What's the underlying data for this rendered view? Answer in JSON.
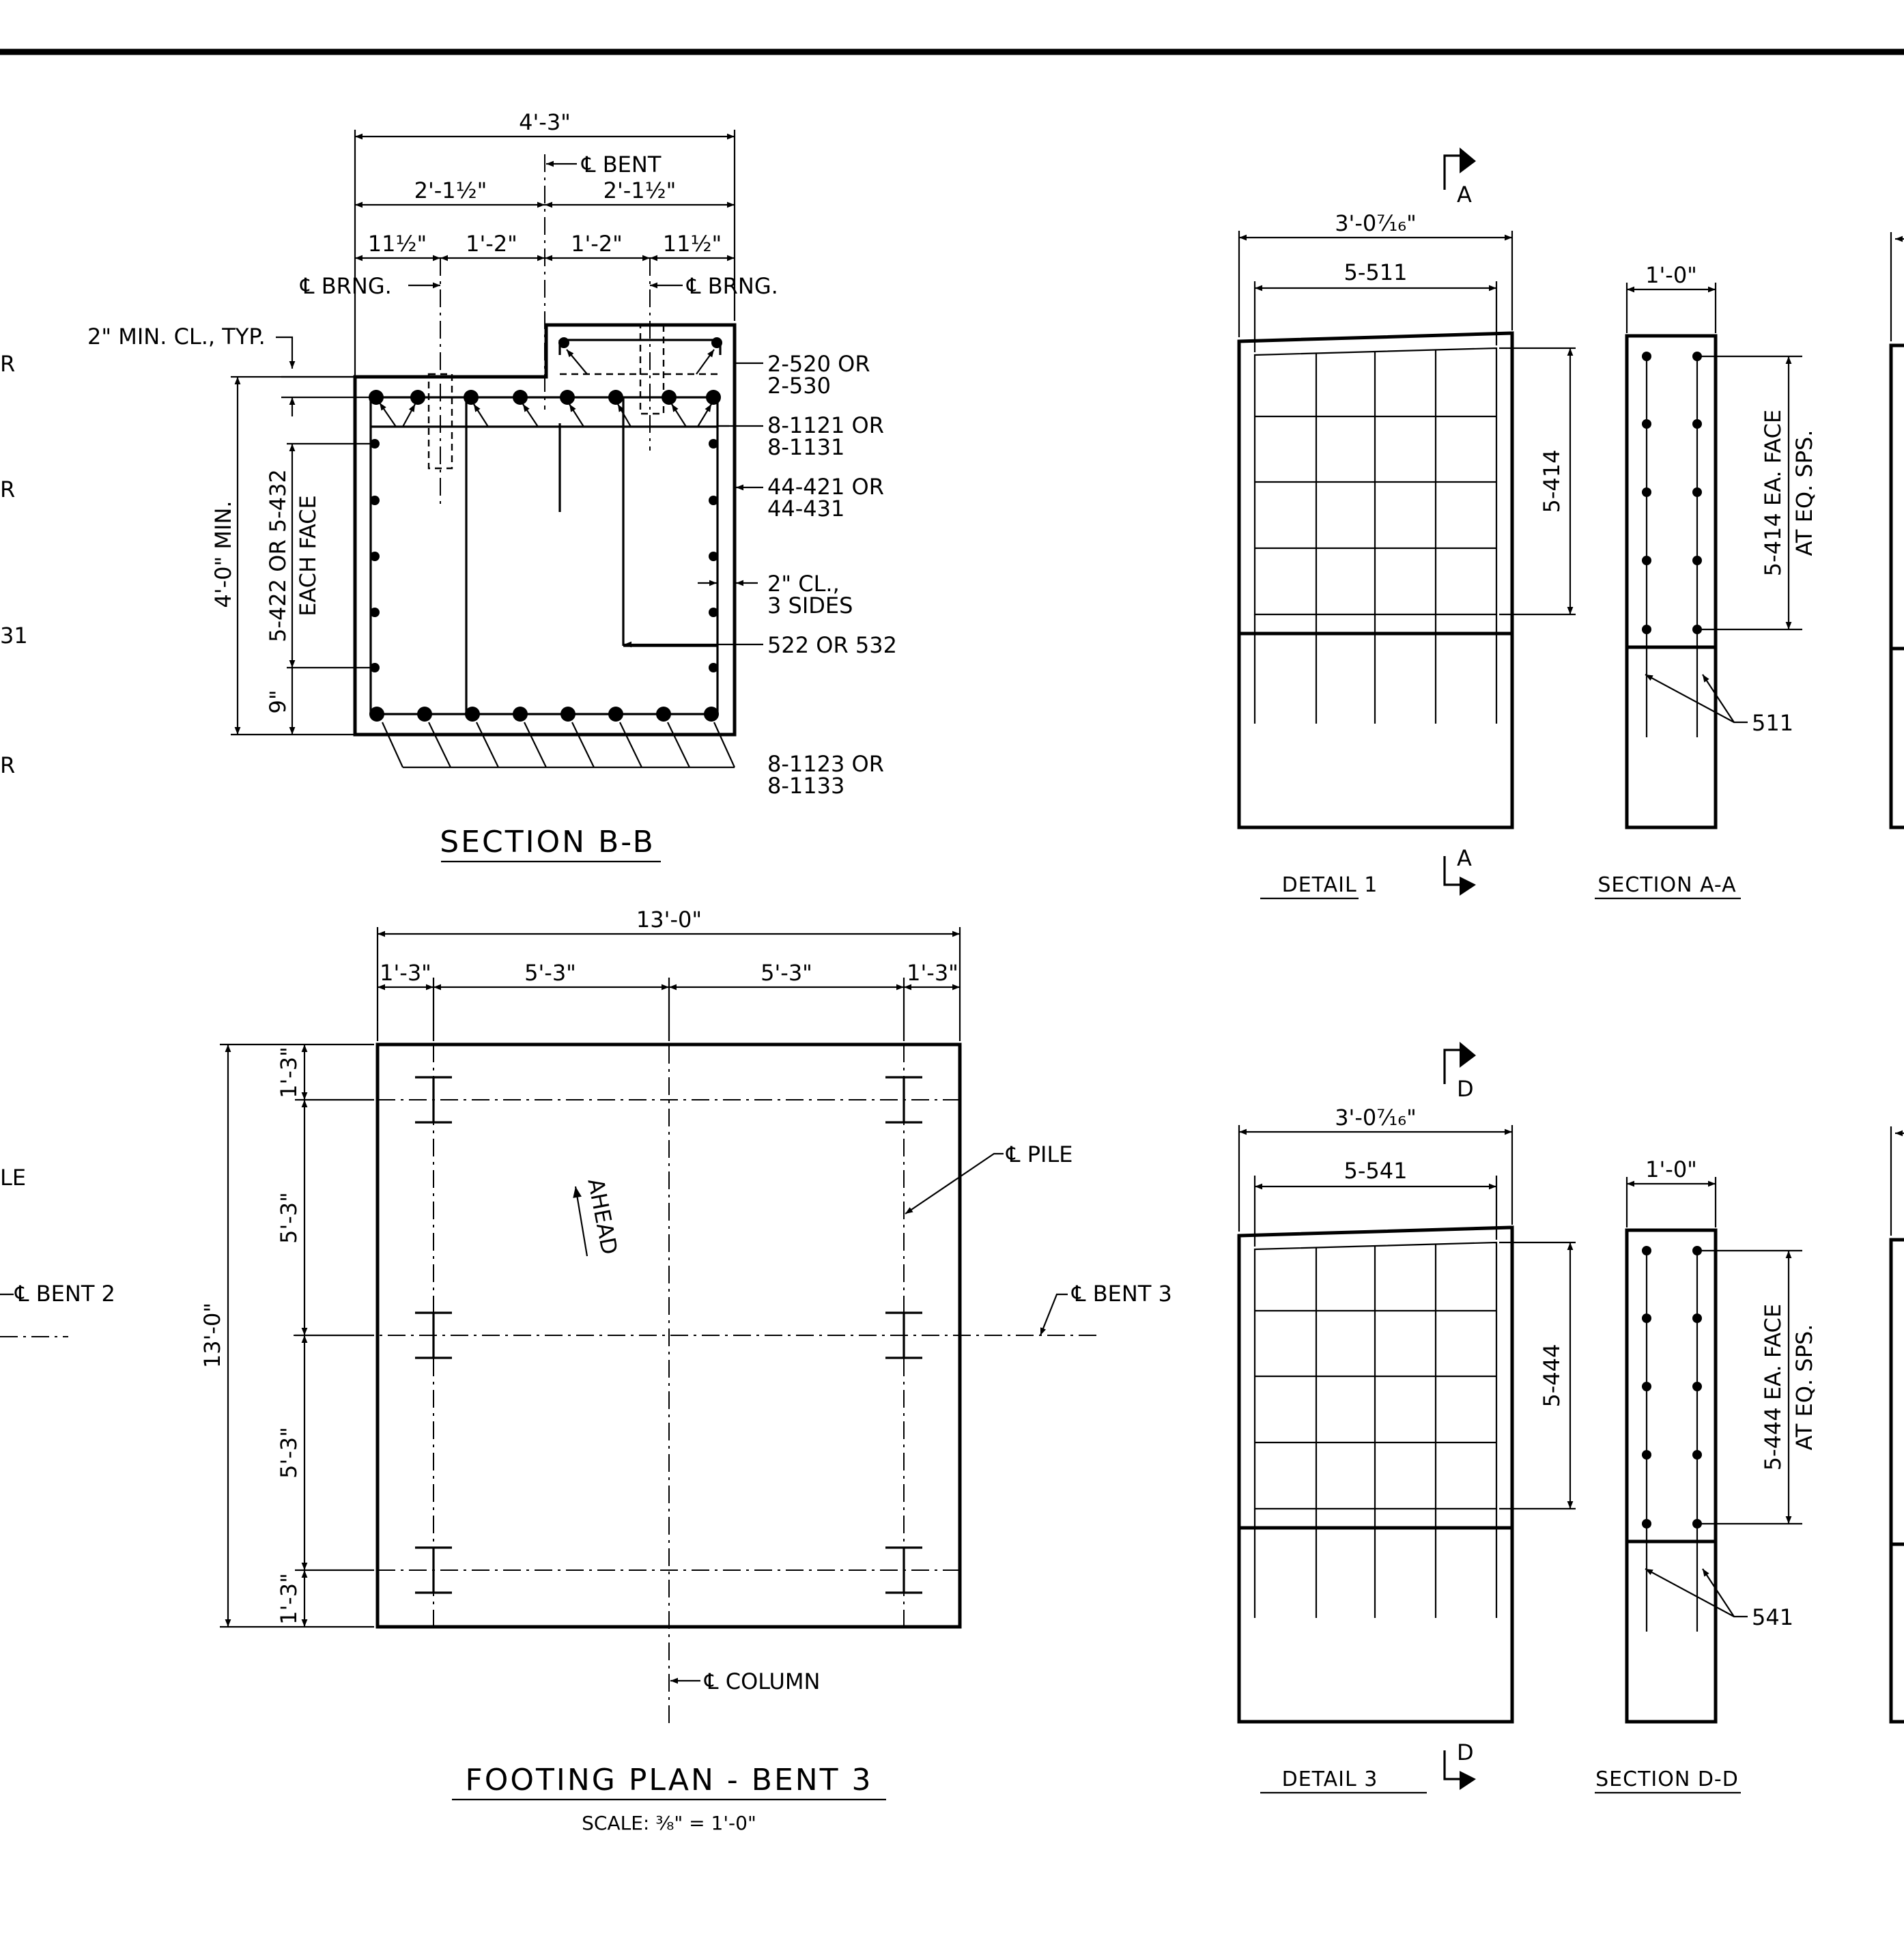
{
  "section_bb": {
    "title": "SECTION B-B",
    "dim_overall": "4'-3\"",
    "cl_bent": "℄ BENT",
    "dim_half_l": "2'-1½\"",
    "dim_half_r": "2'-1½\"",
    "dim_a": "11½\"",
    "dim_b": "1'-2\"",
    "dim_c": "1'-2\"",
    "dim_d": "11½\"",
    "cl_brng_l": "℄ BRNG.",
    "cl_brng_r": "℄ BRNG.",
    "min_cl": "2\" MIN. CL., TYP.",
    "height": "4'-0\" MIN.",
    "side_bars": "5-422 OR 5-432",
    "each_face": "EACH FACE",
    "dim_9": "9\"",
    "bar_520": "2-520  OR",
    "bar_530": "2-530",
    "bar_1121": "8-1121 OR",
    "bar_1131": "8-1131",
    "bar_421": "44-421 OR",
    "bar_431": "44-431",
    "cl_2": "2\" CL.,",
    "three_sides": "3 SIDES",
    "bar_522": "522  OR  532",
    "bar_1123": "8-1123  OR",
    "bar_1133": "8-1133"
  },
  "footing_plan": {
    "title": "FOOTING PLAN  -  BENT 3",
    "scale": "SCALE: ⅜\" = 1'-0\"",
    "dim_overall_w": "13'-0\"",
    "dim_w1": "1'-3\"",
    "dim_w2": "5'-3\"",
    "dim_w3": "5'-3\"",
    "dim_w4": "1'-3\"",
    "dim_overall_h": "13'-0\"",
    "dim_h1": "1'-3\"",
    "dim_h2": "5'-3\"",
    "dim_h3": "5'-3\"",
    "dim_h4": "1'-3\"",
    "ahead": "AHEAD",
    "cl_pile": "℄ PILE",
    "cl_bent3": "℄ BENT 3",
    "cl_column": "℄ COLUMN"
  },
  "detail_1": {
    "title": "DETAIL  1",
    "cut_label": "A",
    "dim_w": "3'-0⁷⁄₁₆\"",
    "bar_top": "5-511",
    "bar_side": "5-414"
  },
  "section_aa": {
    "title": "SECTION  A-A",
    "dim_w": "1'-0\"",
    "note1": "5-414 EA. FACE",
    "note2": "AT EQ. SPS.",
    "bar": "511"
  },
  "detail_3": {
    "title": "DETAIL  3",
    "cut_label": "D",
    "dim_w": "3'-0⁷⁄₁₆\"",
    "bar_top": "5-541",
    "bar_side": "5-444"
  },
  "section_dd": {
    "title": "SECTION  D-D",
    "dim_w": "1'-0\"",
    "note1": "5-444 EA. FACE",
    "note2": "AT EQ. SPS.",
    "bar": "541"
  },
  "left_edge": {
    "frag_r1": "R",
    "frag_r2": "R",
    "frag_31": "31",
    "frag_r3": "R",
    "frag_le": "LE",
    "cl_bent2": "℄ BENT 2"
  }
}
